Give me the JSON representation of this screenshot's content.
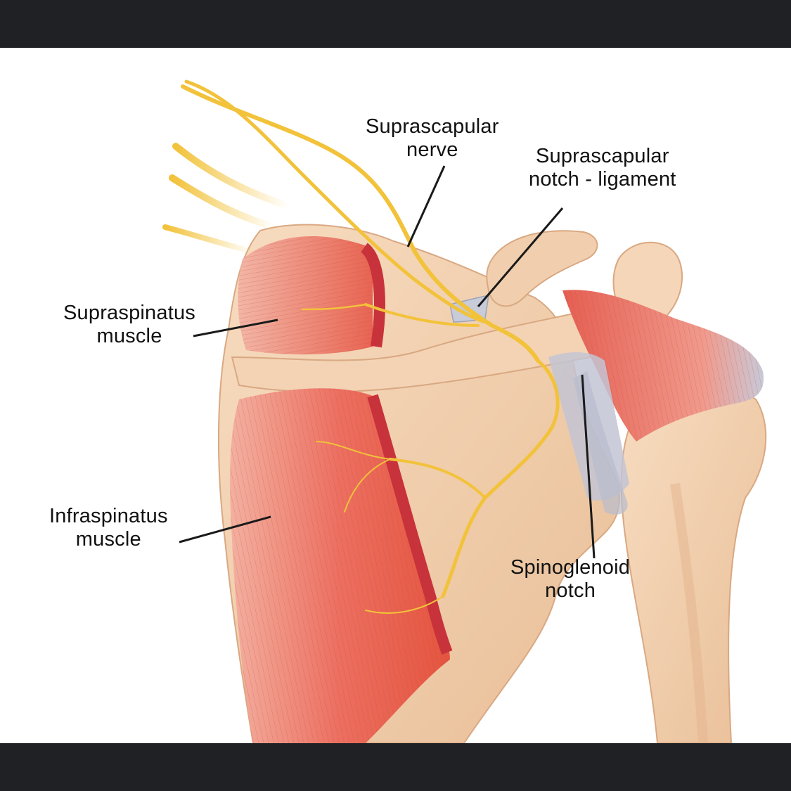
{
  "labels": {
    "suprascapular_nerve": {
      "line1": "Suprascapular",
      "line2": "nerve"
    },
    "suprascapular_notch": {
      "line1": "Suprascapular",
      "line2": "notch - ligament"
    },
    "supraspinatus": {
      "line1": "Supraspinatus",
      "line2": "muscle"
    },
    "infraspinatus": {
      "line1": "Infraspinatus",
      "line2": "muscle"
    },
    "spinoglenoid": {
      "line1": "Spinoglenoid",
      "line2": "notch"
    }
  },
  "colors": {
    "frame": "#1f2125",
    "background": "#ffffff",
    "bone": "#f2cfae",
    "bone_shadow": "#e2b48f",
    "muscle": "#e8665a",
    "muscle_light": "#f4a38f",
    "muscle_cut": "#c8323a",
    "nerve": "#f2c23a",
    "ligament": "#b9bfd0",
    "leader_line": "#1a1a1a"
  }
}
